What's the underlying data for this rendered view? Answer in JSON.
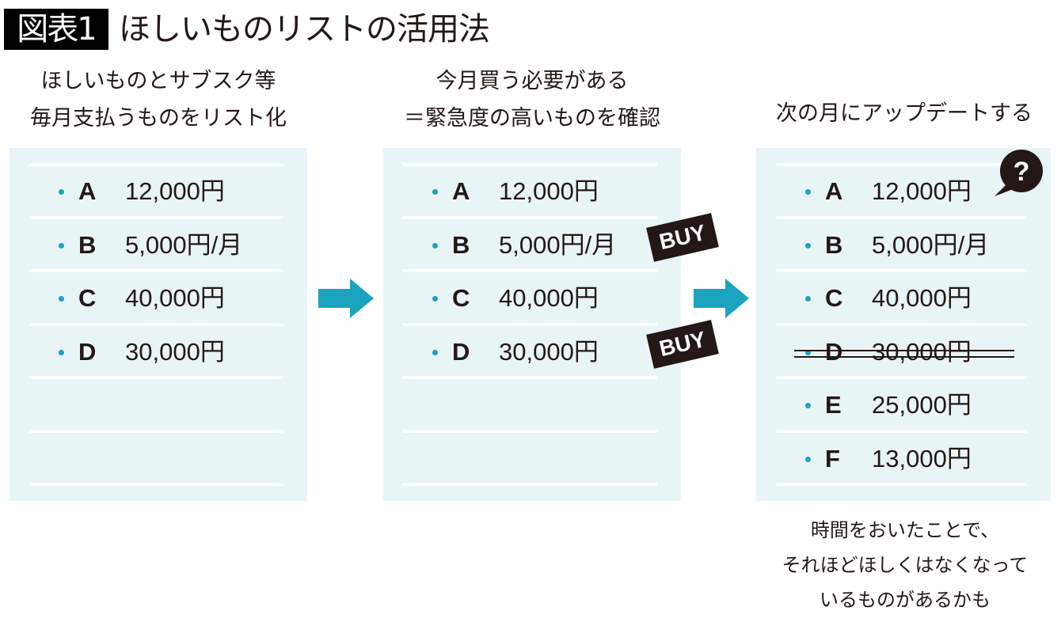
{
  "title": {
    "badge": "図表1",
    "text": "ほしいものリストの活用法"
  },
  "steps": [
    {
      "heading": [
        "ほしいものとサブスク等",
        "毎月支払うものをリスト化"
      ],
      "items": [
        {
          "letter": "A",
          "price": "12,000円"
        },
        {
          "letter": "B",
          "price": "5,000円/月"
        },
        {
          "letter": "C",
          "price": "40,000円"
        },
        {
          "letter": "D",
          "price": "30,000円"
        }
      ]
    },
    {
      "heading": [
        "今月買う必要がある",
        "＝緊急度の高いものを確認"
      ],
      "items": [
        {
          "letter": "A",
          "price": "12,000円"
        },
        {
          "letter": "B",
          "price": "5,000円/月"
        },
        {
          "letter": "C",
          "price": "40,000円"
        },
        {
          "letter": "D",
          "price": "30,000円"
        }
      ],
      "stamps": [
        "BUY",
        "BUY"
      ]
    },
    {
      "heading": [
        "次の月にアップデートする"
      ],
      "items": [
        {
          "letter": "A",
          "price": "12,000円"
        },
        {
          "letter": "B",
          "price": "5,000円/月"
        },
        {
          "letter": "C",
          "price": "40,000円"
        },
        {
          "letter": "D",
          "price": "30,000円",
          "struck": true
        },
        {
          "letter": "E",
          "price": "25,000円"
        },
        {
          "letter": "F",
          "price": "13,000円"
        }
      ],
      "bubble": "?",
      "note": [
        "時間をおいたことで、",
        "それほどほしくはなくなって",
        "いるものがあるかも"
      ]
    }
  ],
  "colors": {
    "panel": "#e9f4f7",
    "accent": "#1ba3bf",
    "ink": "#231815"
  }
}
